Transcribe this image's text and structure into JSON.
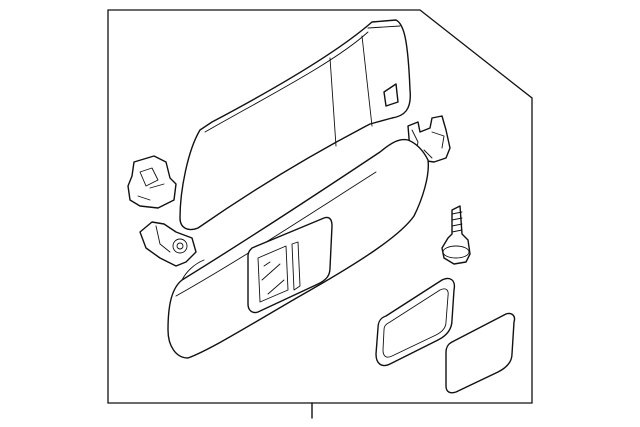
{
  "diagram": {
    "background_color": "#ffffff",
    "line_color": "#111111",
    "parts": [
      {
        "name": "visor-cover-panel",
        "icon": "sun-visor-panel"
      },
      {
        "name": "visor-body",
        "icon": "sun-visor-body"
      },
      {
        "name": "left-mounting-bracket",
        "icon": "bracket"
      },
      {
        "name": "left-hinge-clip",
        "icon": "clip"
      },
      {
        "name": "right-support-clip",
        "icon": "clip"
      },
      {
        "name": "mounting-screw",
        "icon": "screw"
      },
      {
        "name": "vanity-mirror-frame",
        "icon": "mirror-frame"
      },
      {
        "name": "vanity-mirror-cover",
        "icon": "mirror-cover"
      }
    ]
  }
}
